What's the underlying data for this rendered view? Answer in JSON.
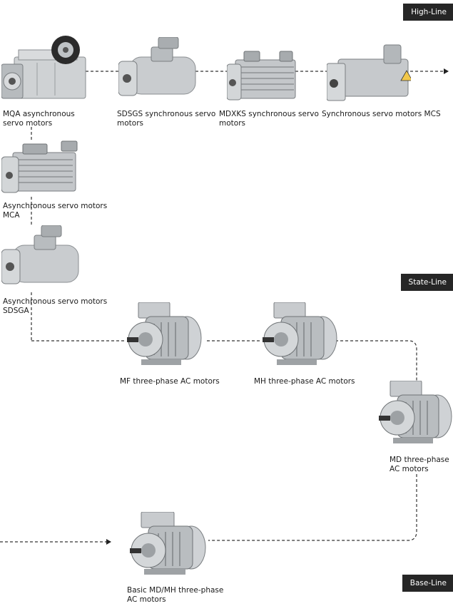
{
  "badges": {
    "high": "High-Line",
    "state": "State-Line",
    "base": "Base-Line"
  },
  "motors": {
    "mqa": {
      "line1": "MQA asynchronous",
      "line2": "servo motors"
    },
    "sdsgs": {
      "line1": "SDSGS synchronous servo",
      "line2": "motors"
    },
    "mdxks": {
      "line1": "MDXKS synchronous servo",
      "line2": "motors"
    },
    "mcs": {
      "line1": "Synchronous servo motors MCS"
    },
    "mca": {
      "line1": "Asynchronous servo motors",
      "line2": "MCA"
    },
    "sdsga": {
      "line1": "Asynchronous servo motors",
      "line2": "SDSGA"
    },
    "mf": {
      "line1": "MF three-phase AC motors"
    },
    "mh": {
      "line1": "MH three-phase AC motors"
    },
    "md": {
      "line1": "MD three-phase",
      "line2": "AC motors"
    },
    "basic": {
      "line1": "Basic MD/MH three-phase",
      "line2": "AC motors"
    }
  }
}
